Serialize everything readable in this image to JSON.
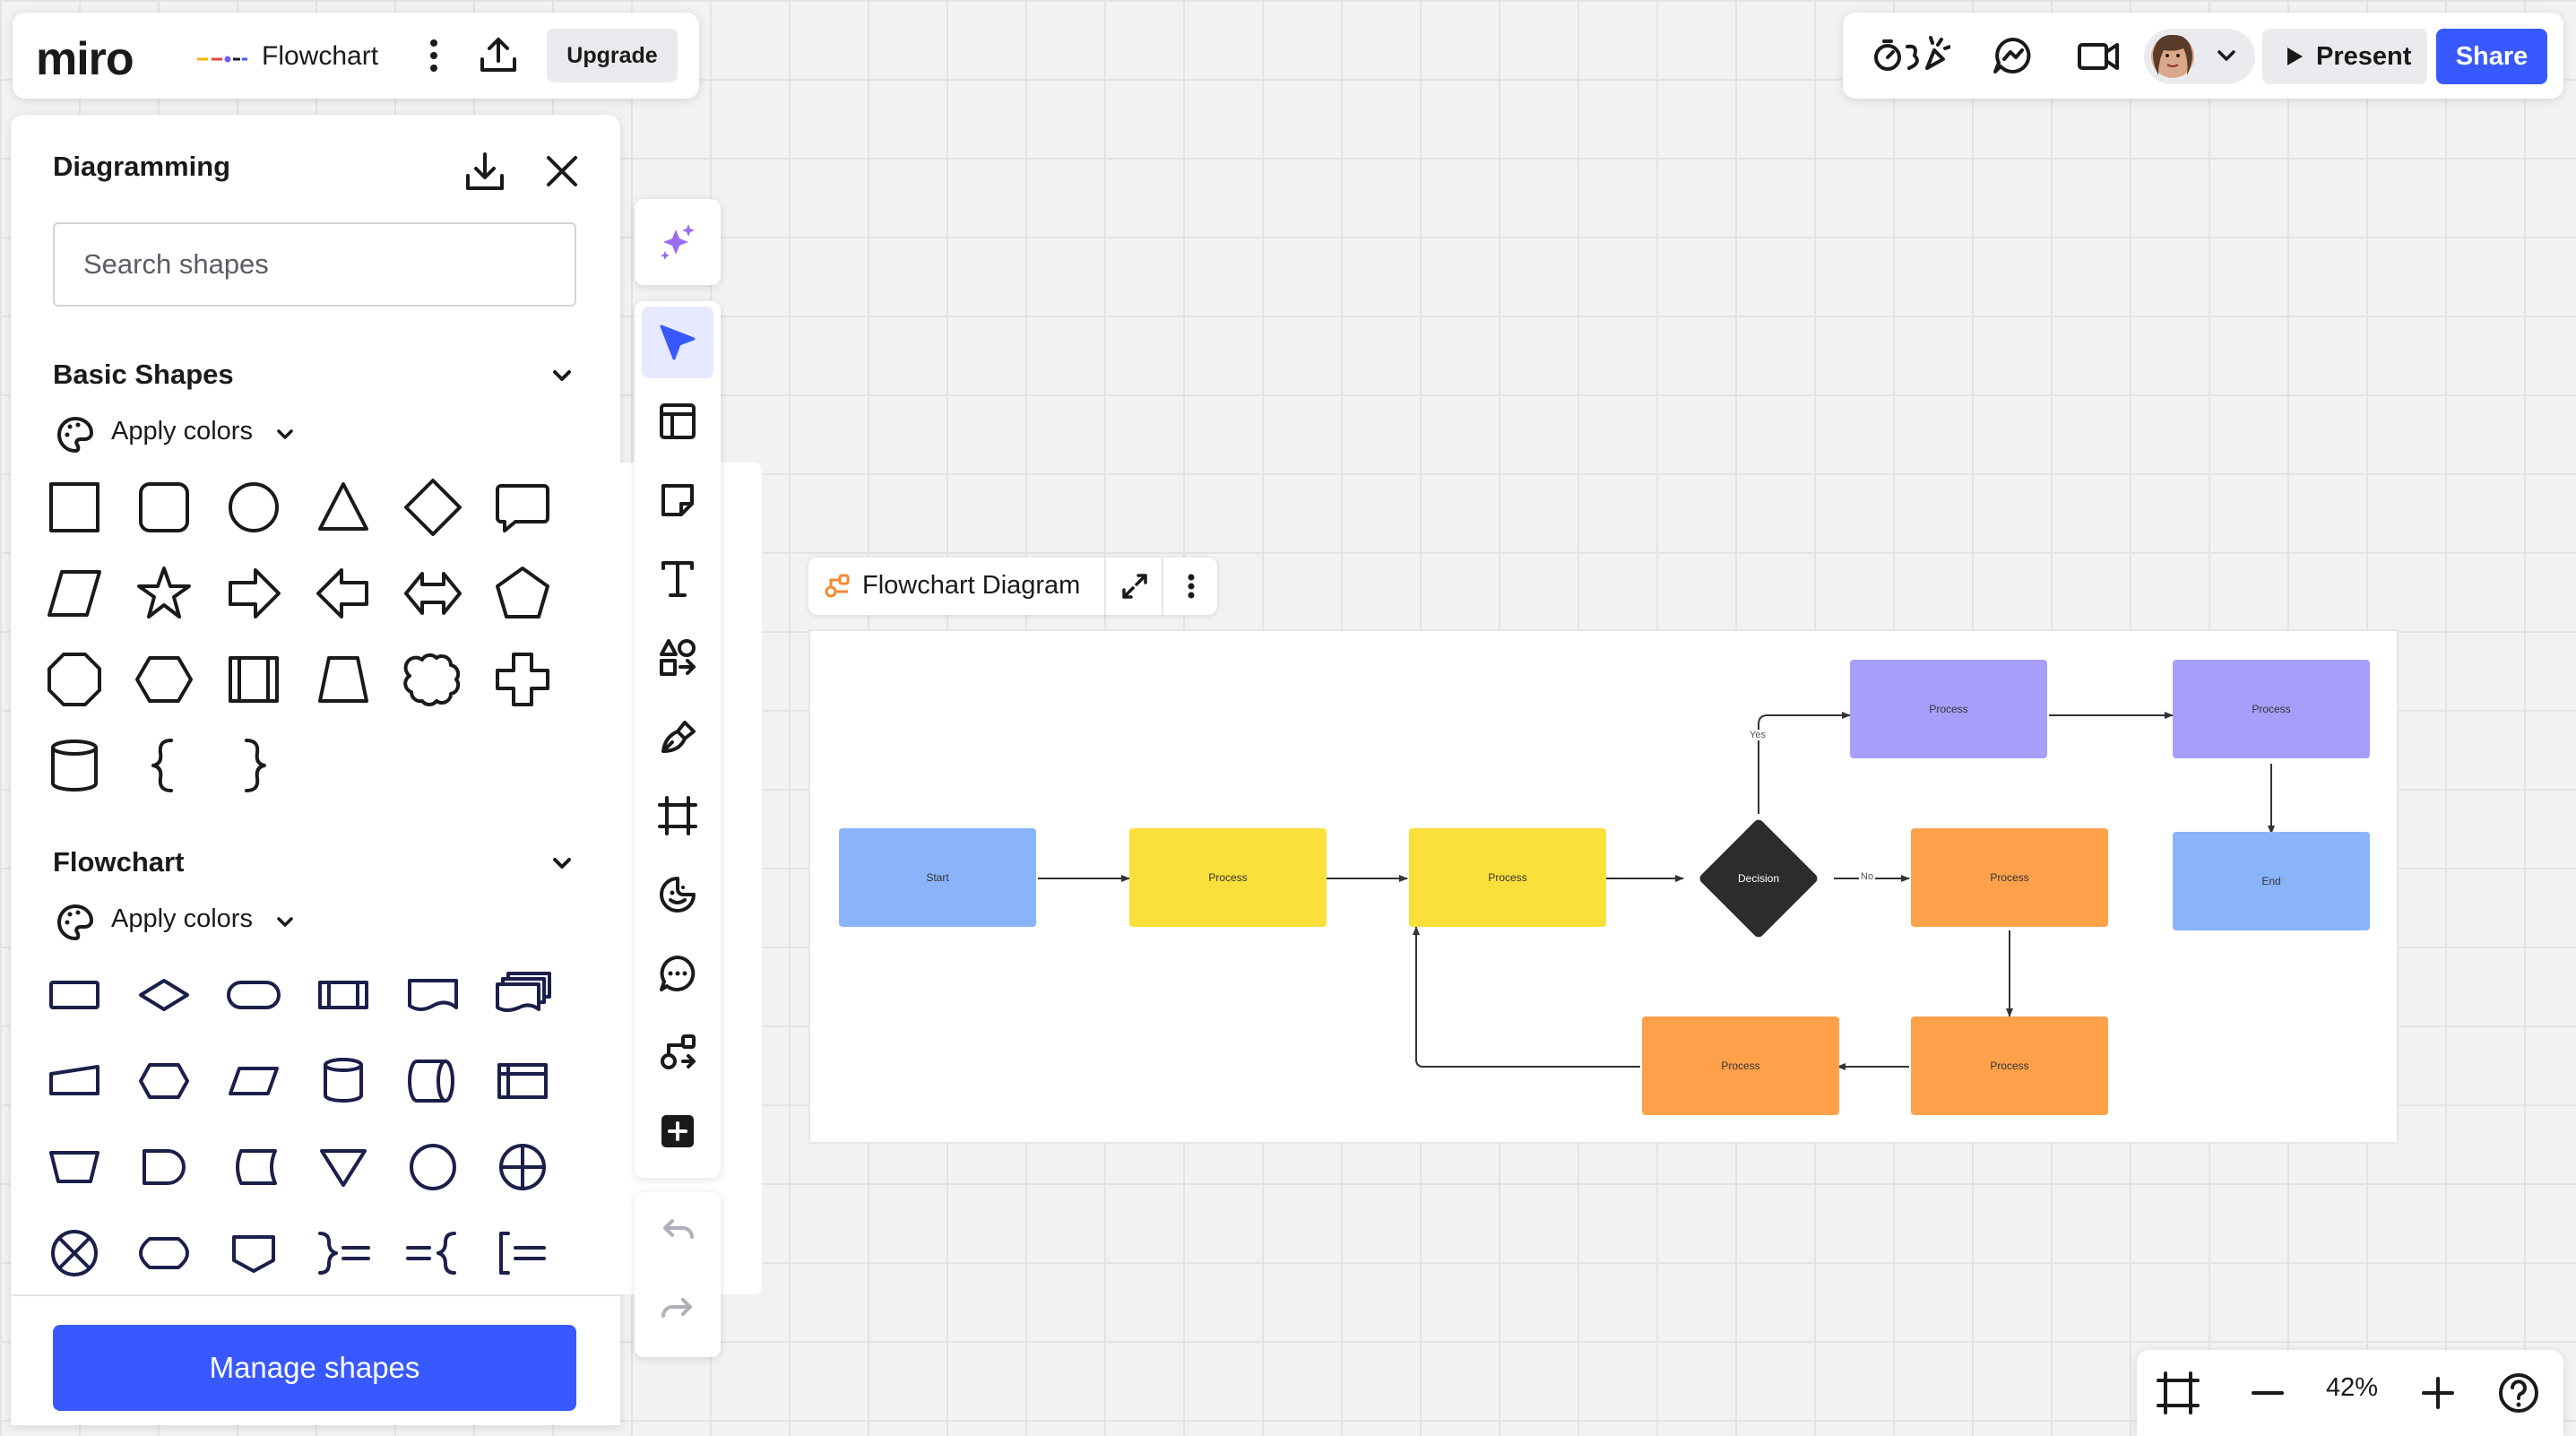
{
  "app": {
    "logo": "miro"
  },
  "board": {
    "name": "Flowchart",
    "upgrade_label": "Upgrade"
  },
  "topbar": {
    "present_label": "Present",
    "share_label": "Share"
  },
  "panel": {
    "title": "Diagramming",
    "search_placeholder": "Search shapes",
    "sections": [
      {
        "title": "Basic Shapes",
        "apply_colors": "Apply colors"
      },
      {
        "title": "Flowchart",
        "apply_colors": "Apply colors"
      }
    ],
    "manage_label": "Manage shapes"
  },
  "frame": {
    "title": "Flowchart Diagram",
    "nodes": [
      {
        "label": "Start",
        "color": "#8ab4fa"
      },
      {
        "label": "Process",
        "color": "#fbdf3a"
      },
      {
        "label": "Process",
        "color": "#fbdf3a"
      },
      {
        "label": "Decision",
        "color": "#2a2c2e"
      },
      {
        "label": "Process",
        "color": "#a79efa"
      },
      {
        "label": "Process",
        "color": "#a79efa"
      },
      {
        "label": "End",
        "color": "#8ab4fa"
      },
      {
        "label": "Process",
        "color": "#ffa04a"
      },
      {
        "label": "Process",
        "color": "#ffa04a"
      },
      {
        "label": "Process",
        "color": "#ffa04a"
      }
    ],
    "edge_labels": {
      "yes": "Yes",
      "no": "No"
    }
  },
  "zoom": {
    "value": "42%"
  },
  "colors": {
    "accent": "#3859ff",
    "active_tool_bg": "#e6e9ff",
    "canvas_bg": "#f2f2f2"
  }
}
